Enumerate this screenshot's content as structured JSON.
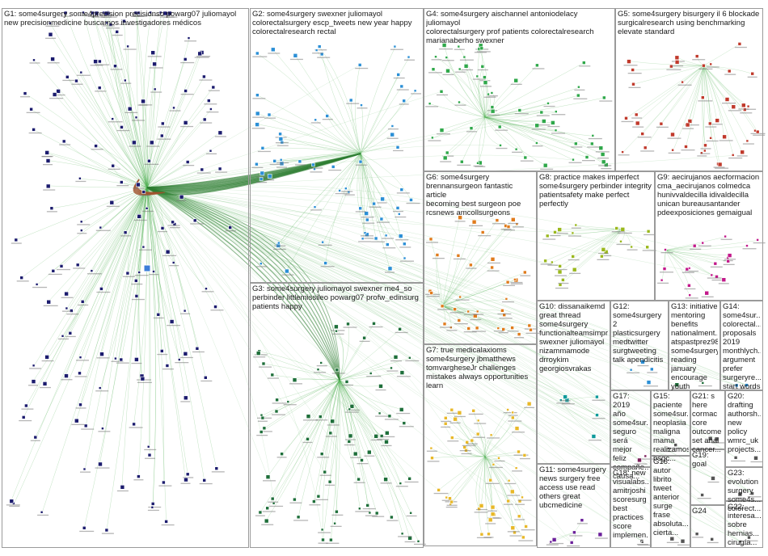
{
  "groups": [
    {
      "id": "G1",
      "label": "G1: some4surgery some4precision precisionso powarg07 juliomayol\nnew precisionmedicine buscamos investigadores médicos",
      "color": "#1c1c6e"
    },
    {
      "id": "G2",
      "label": "G2: some4surgery swexner juliomayol\ncolorectalsurgery escp_tweets new year happy\ncolorectalresearch rectal",
      "color": "#2b8fd6"
    },
    {
      "id": "G3",
      "label": "G3: some4surgery juliomayol swexner me4_so\nperbinder littlemissileo powarg07 profw_edinsurg\npatients happy",
      "color": "#1e6f3a"
    },
    {
      "id": "G4",
      "label": "G4: some4surgery aischannel antoniodelacy juliomayol\ncolorectalsurgery prof patients colorectalresearch\nmarianaberho swexner",
      "color": "#2fa84a"
    },
    {
      "id": "G5",
      "label": "G5: some4surgery bisurgery il 6 blockade\nsurgicalresearch using benchmarking\nelevate standard",
      "color": "#c0392b"
    },
    {
      "id": "G6",
      "label": "G6: some4surgery\nbrennansurgeon fantastic article\nbecoming best surgeon poe\nrcsnews amcollsurgeons",
      "color": "#e07b1c"
    },
    {
      "id": "G7",
      "label": "G7: true medicalaxioms\nsome4surgery jbmatthews\ntomvargheseJr challenges\nmistakes always opportunities\nlearn",
      "color": "#e8b828"
    },
    {
      "id": "G8",
      "label": "G8: practice makes imperfect\nsome4surgery perbinder integrity\npatientsafety make perfect\nperfectly",
      "color": "#9ab81c"
    },
    {
      "id": "G9",
      "label": "G9: aecirujanos aecformacion\ncma_aecirujanos colmedca\nhunivvaldecilla idivaldecilla\nunican bureausantander\npdeexposiciones gemaigual",
      "color": "#c2188a"
    },
    {
      "id": "G10",
      "label": "G10: dissanaikemd\ngreat thread\nsome4surgery\nfunctionalteamsimpr...\nswexner juliomayol\nnizammamode\ndrroykim\ngeorgiosvrakas",
      "color": "#0e9a9a"
    },
    {
      "id": "G11",
      "label": "G11: some4surgery\nnews surgery free\naccess use read\nothers great\nubcmedicine",
      "color": "#6b1f9a"
    },
    {
      "id": "G12",
      "label": "G12:\nsome4surgery 2\nplasticsurgery\nmedtwitter\nsurgtweeting\ntalk apendicitis",
      "color": "#2b8fd6"
    },
    {
      "id": "G13",
      "label": "G13: initiative\nmentoring\nbenefits\nnationalment...\natspastprez98\nsome4surgery\nreading\njanuary\nencourage\nyouth",
      "color": "#1e6f3a"
    },
    {
      "id": "G14",
      "label": "G14:\nsome4sur...\ncolorectal...\nproposals\n2019\nmonthlych...\nargument\nprefer\nsurgeryre...\nstart words",
      "color": "#2b8fd6"
    },
    {
      "id": "G15",
      "label": "G15:\npaciente\nsome4sur...\nneoplasia\nmaligna\nmama\nrealizamos\nbsgc...",
      "color": "#555555"
    },
    {
      "id": "G16",
      "label": "G16: autor\nlibrito\ntweet\nanterior\nsurge\nfrase\nabsoluta...\ncierta...",
      "color": "#555555"
    },
    {
      "id": "G17",
      "label": "G17: 2019\naño\nsome4sur...\nseguro\nserá mejor\nfeliz\ncompañe...\ncausa...",
      "color": "#7a1f5a"
    },
    {
      "id": "G18",
      "label": "G18: new\nvisualabs...\namitrjoshi\nscoresurg\nbest\npractices\nscore\nimplemen...",
      "color": "#555555"
    },
    {
      "id": "G19",
      "label": "G19: goal",
      "color": "#555555"
    },
    {
      "id": "G20",
      "label": "G20:\ndrafting\nauthorsh...\nnew\npolicy\nwmrc_uk\nprojects...",
      "color": "#555555"
    },
    {
      "id": "G21",
      "label": "G21: s\nhere\ncormac\ncore\noutcome\nset anal\ncancer...",
      "color": "#555555"
    },
    {
      "id": "G22",
      "label": "G22:\ninteresa...\nsobre\nhernias...\ncirugía...",
      "color": "#555555"
    },
    {
      "id": "G23",
      "label": "G23:\nevolution\nsurgery\nsome4s...\ncolorect...",
      "color": "#555555"
    },
    {
      "id": "G24",
      "label": "G24",
      "color": "#555555"
    }
  ],
  "colors": {
    "edge": "#4caf50",
    "edge_strong": "#2e7d32",
    "edge_brown": "#a0522d",
    "box_border": "#9a9a9a",
    "text": "#1a1a1a"
  }
}
